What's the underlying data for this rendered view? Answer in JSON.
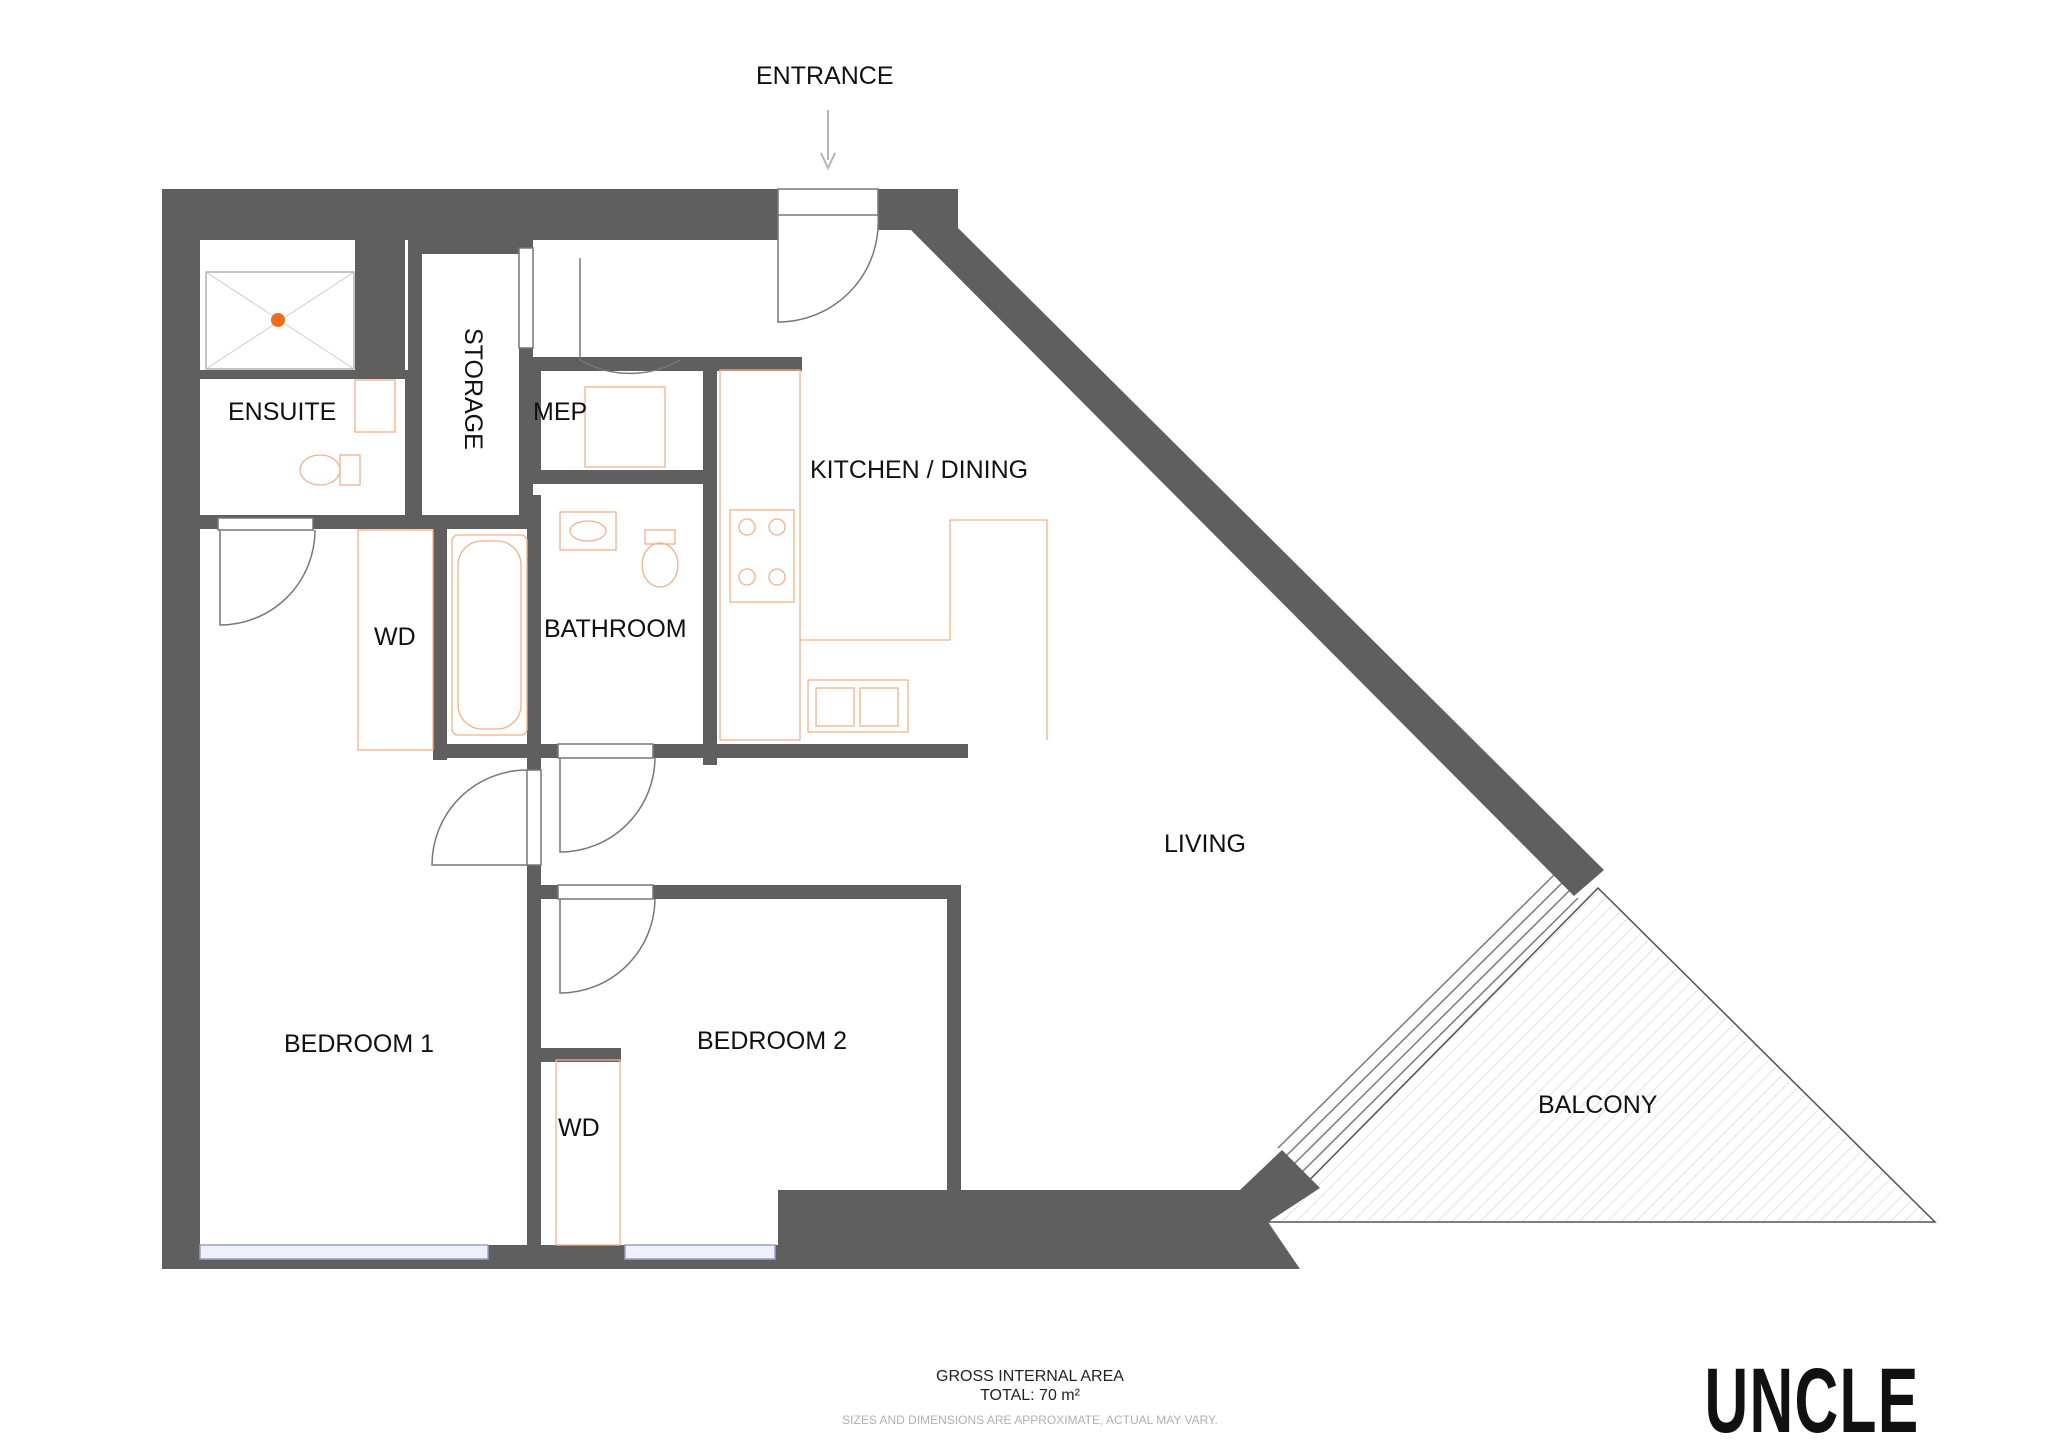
{
  "header": {
    "entrance_label": "ENTRANCE"
  },
  "rooms": {
    "ensuite": "ENSUITE",
    "storage": "STORAGE",
    "mep": "MEP",
    "kitchen": "KITCHEN / DINING",
    "bathroom": "BATHROOM",
    "wd1": "WD",
    "living": "LIVING",
    "bedroom1": "BEDROOM 1",
    "bedroom2": "BEDROOM 2",
    "wd2": "WD",
    "balcony": "BALCONY"
  },
  "footer": {
    "area_title": "GROSS INTERNAL AREA",
    "area_total": "TOTAL: 70 m²",
    "disclaimer": "SIZES AND DIMENSIONS ARE APPROXIMATE, ACTUAL MAY VARY."
  },
  "brand": {
    "logo_text": "UNCLE"
  },
  "colors": {
    "wall": "#5f5f5f",
    "fixture": "#f3b08a",
    "marker": "#f26a1b"
  }
}
